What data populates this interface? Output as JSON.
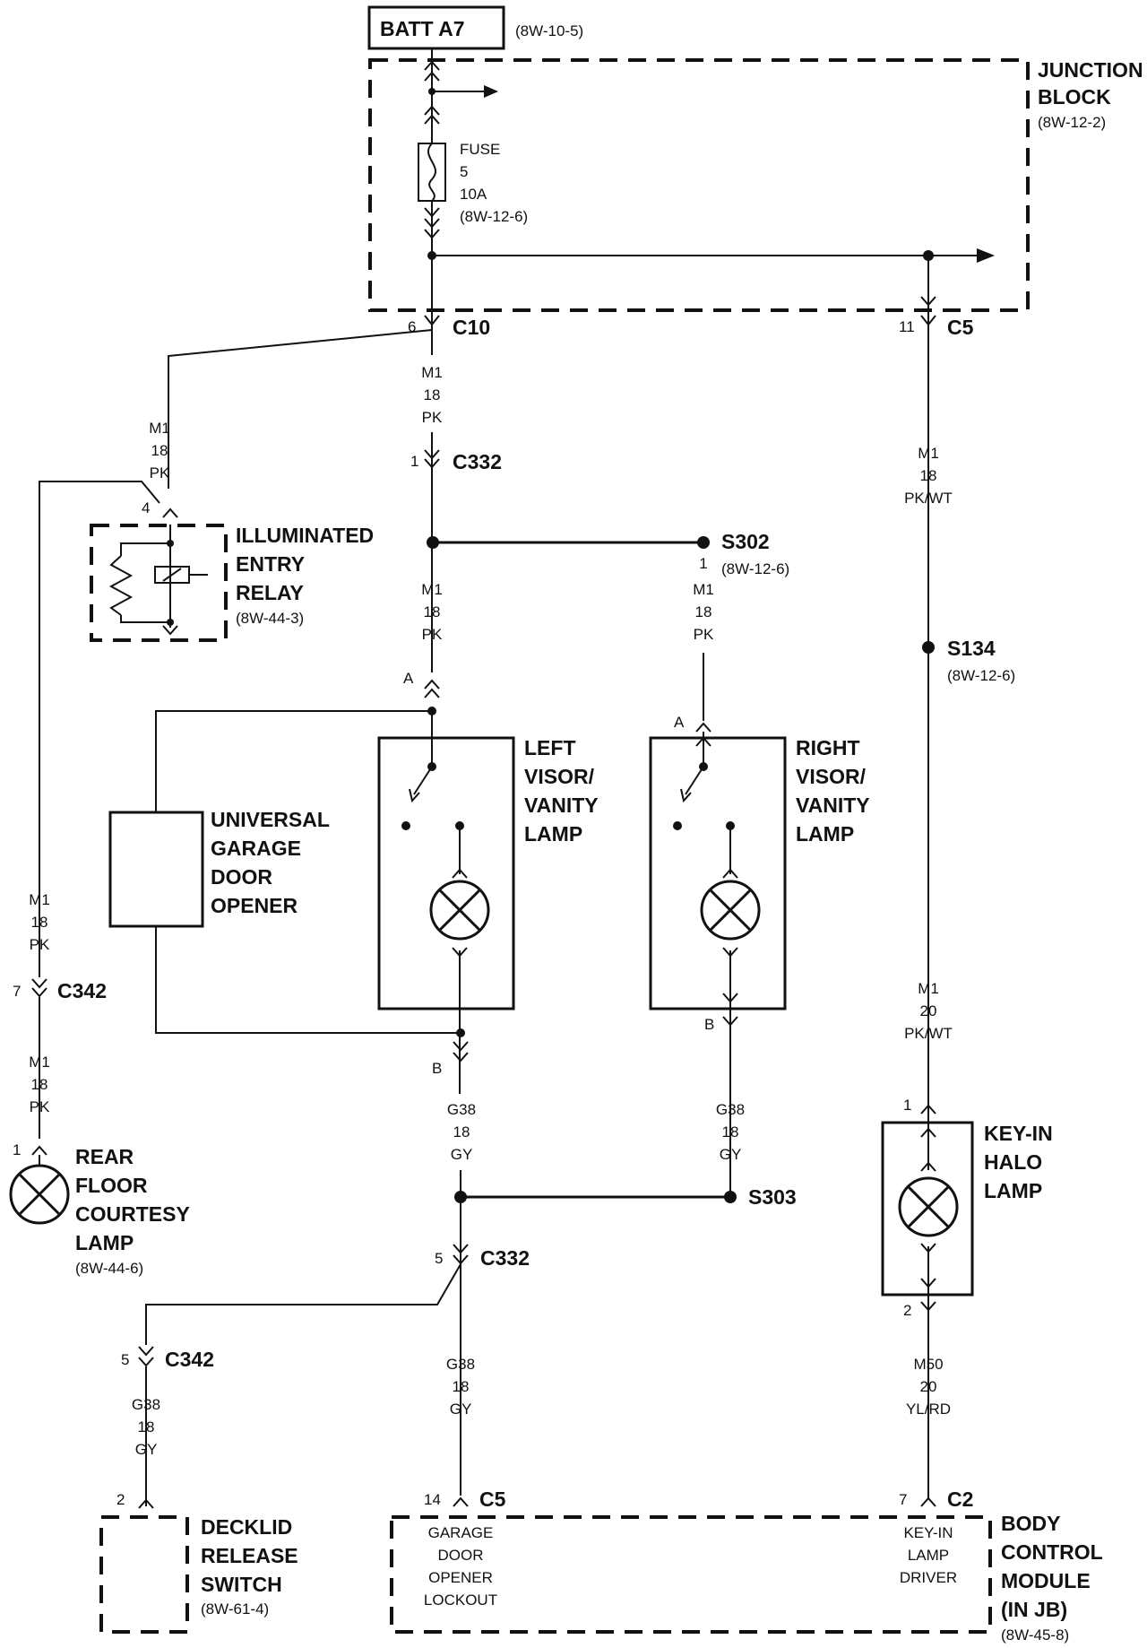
{
  "batt": {
    "label": "BATT A7",
    "ref": "(8W-10-5)"
  },
  "junction_block": {
    "line1": "JUNCTION",
    "line2": "BLOCK",
    "ref": "(8W-12-2)"
  },
  "fuse": {
    "label": "FUSE",
    "number": "5",
    "rating": "10A",
    "ref": "(8W-12-6)"
  },
  "connectors": {
    "c10": {
      "name": "C10",
      "pin": "6"
    },
    "c5_top": {
      "name": "C5",
      "pin": "11"
    },
    "c332_top": {
      "name": "C332",
      "pin": "1"
    },
    "c332_bottom": {
      "name": "C332",
      "pin": "5"
    },
    "c342_top": {
      "name": "C342",
      "pin": "7"
    },
    "c342_bottom": {
      "name": "C342",
      "pin": "5"
    },
    "c5_bottom": {
      "name": "C5",
      "pin": "14"
    },
    "c2": {
      "name": "C2",
      "pin": "7"
    }
  },
  "pins": {
    "relay_pin": "4",
    "rear_lamp_pin": "1",
    "decklid_pin": "2",
    "left_a": "A",
    "left_b": "B",
    "right_a": "A",
    "right_b": "B",
    "s302_pin": "1",
    "halo_pin1": "1",
    "halo_pin2": "2"
  },
  "wires": {
    "m1_pk_left_upper": [
      "M1",
      "18",
      "PK"
    ],
    "m1_pk_center_upper": [
      "M1",
      "18",
      "PK"
    ],
    "m1_pkwt_right_upper": [
      "M1",
      "18",
      "PK/WT"
    ],
    "m1_pk_center_mid": [
      "M1",
      "18",
      "PK"
    ],
    "m1_pk_s302": [
      "M1",
      "18",
      "PK"
    ],
    "m1_pk_left_mid": [
      "M1",
      "18",
      "PK"
    ],
    "m1_pk_left_lower": [
      "M1",
      "18",
      "PK"
    ],
    "m1_pkwt_right_lower": [
      "M1",
      "20",
      "PK/WT"
    ],
    "g38_gy_left_vis": [
      "G38",
      "18",
      "GY"
    ],
    "g38_gy_right_vis": [
      "G38",
      "18",
      "GY"
    ],
    "g38_gy_center_lower": [
      "G38",
      "18",
      "GY"
    ],
    "g38_gy_decklid": [
      "G38",
      "18",
      "GY"
    ],
    "m50_ylrd": [
      "M50",
      "20",
      "YL/RD"
    ]
  },
  "splices": {
    "s302": {
      "name": "S302",
      "ref": "(8W-12-6)"
    },
    "s134": {
      "name": "S134",
      "ref": "(8W-12-6)"
    },
    "s303": {
      "name": "S303"
    }
  },
  "components": {
    "relay": {
      "lines": [
        "ILLUMINATED",
        "ENTRY",
        "RELAY"
      ],
      "ref": "(8W-44-3)"
    },
    "garage": {
      "lines": [
        "UNIVERSAL",
        "GARAGE",
        "DOOR",
        "OPENER"
      ]
    },
    "left_visor": {
      "lines": [
        "LEFT",
        "VISOR/",
        "VANITY",
        "LAMP"
      ]
    },
    "right_visor": {
      "lines": [
        "RIGHT",
        "VISOR/",
        "VANITY",
        "LAMP"
      ]
    },
    "halo": {
      "lines": [
        "KEY-IN",
        "HALO",
        "LAMP"
      ]
    },
    "rear_lamp": {
      "lines": [
        "REAR",
        "FLOOR",
        "COURTESY",
        "LAMP"
      ],
      "ref": "(8W-44-6)"
    },
    "decklid": {
      "lines": [
        "DECKLID",
        "RELEASE",
        "SWITCH"
      ],
      "ref": "(8W-61-4)"
    },
    "bcm": {
      "lines": [
        "BODY",
        "CONTROL",
        "MODULE",
        "(IN JB)"
      ],
      "ref": "(8W-45-8)"
    },
    "bcm_garage_circuit": [
      "GARAGE",
      "DOOR",
      "OPENER",
      "LOCKOUT"
    ],
    "bcm_keyin_circuit": [
      "KEY-IN",
      "LAMP",
      "DRIVER"
    ]
  }
}
